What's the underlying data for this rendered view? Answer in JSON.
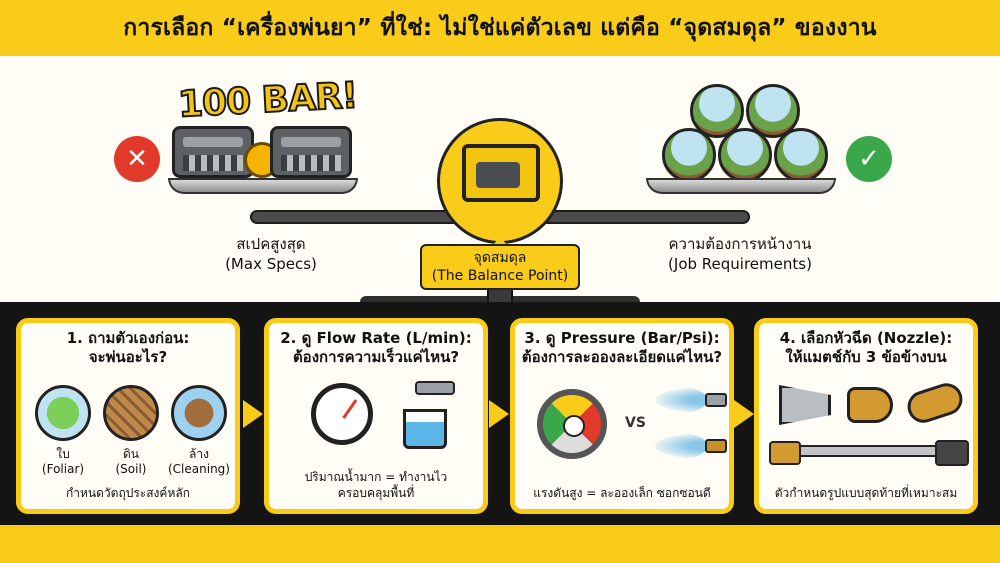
{
  "title": "การเลือก “เครื่องพ่นยา” ที่ใช่: ไม่ใช่แค่ตัวเลข แต่คือ “จุดสมดุล” ของงาน",
  "scale": {
    "left_badge_text": "100 BAR!",
    "left_label_th": "สเปคสูงสุด",
    "left_label_en": "(Max Specs)",
    "right_label_th": "ความต้องการหน้างาน",
    "right_label_en": "(Job Requirements)",
    "balance_th": "จุดสมดุล",
    "balance_en": "(The Balance Point)",
    "left_mark": "✕",
    "right_mark": "✓",
    "colors": {
      "accent": "#f8cc18",
      "bad": "#e23a2a",
      "good": "#3aa84a"
    }
  },
  "cards": [
    {
      "head_line1": "1. ถามตัวเองก่อน:",
      "head_line2": "จะพ่นอะไร?",
      "items": [
        {
          "label_th": "ใบ",
          "label_en": "(Foliar)",
          "icon": "leaf-icon"
        },
        {
          "label_th": "ดิน",
          "label_en": "(Soil)",
          "icon": "soil-icon"
        },
        {
          "label_th": "ล้าง",
          "label_en": "(Cleaning)",
          "icon": "cleaning-icon"
        }
      ],
      "foot": "กำหนดวัตถุประสงค์หลัก"
    },
    {
      "head_line1": "2. ดู Flow Rate (L/min):",
      "head_line2": "ต้องการความเร็วแค่ไหน?",
      "foot_line1": "ปริมาณน้ำมาก = ทำงานไว",
      "foot_line2": "ครอบคลุมพื้นที่"
    },
    {
      "head_line1": "3. ดู Pressure (Bar/Psi):",
      "head_line2": "ต้องการละอองละเอียดแค่ไหน?",
      "vs": "VS",
      "foot": "แรงดันสูง = ละอองเล็ก ซอกซอนดี"
    },
    {
      "head_line1": "4. เลือกหัวฉีด (Nozzle):",
      "head_line2": "ให้แมตช์กับ 3 ข้อข้างบน",
      "foot": "ตัวกำหนดรูปแบบสุดท้ายที่เหมาะสม"
    }
  ]
}
